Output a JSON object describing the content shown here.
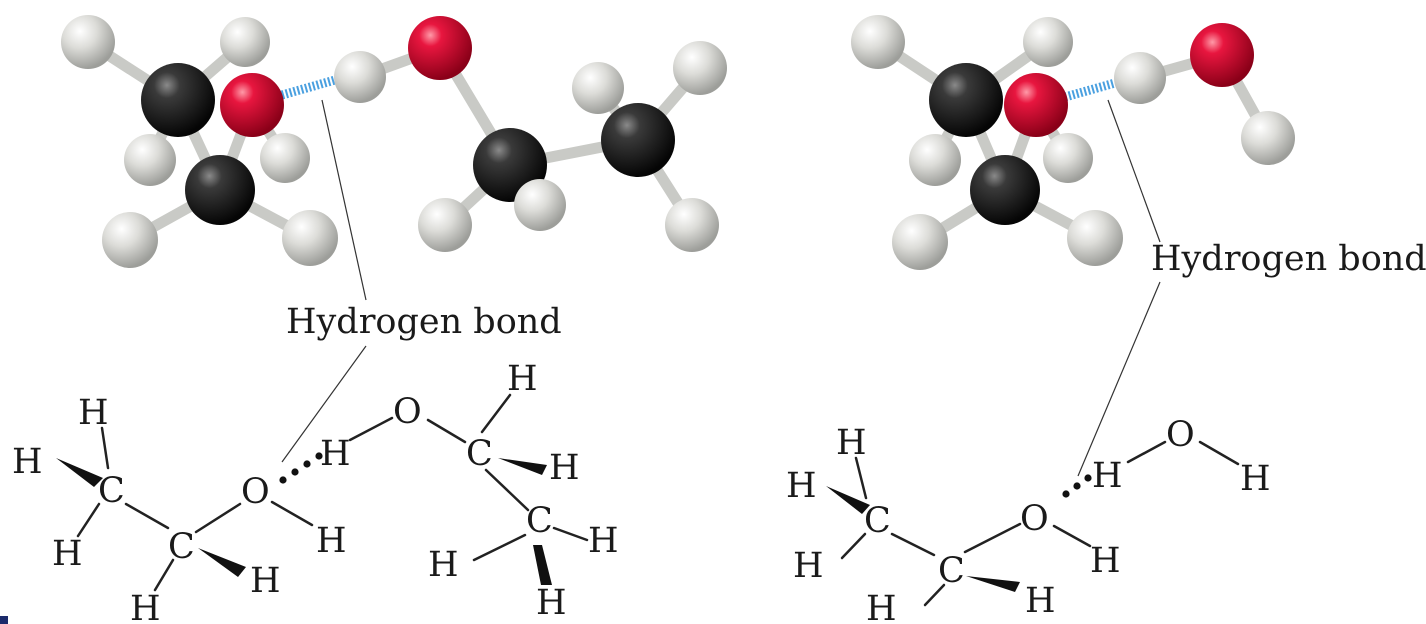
{
  "labels": {
    "hbond_left": "Hydrogen bond",
    "hbond_right": "Hydrogen bond"
  },
  "atoms": {
    "H": "H",
    "C": "C",
    "O": "O"
  },
  "colors": {
    "carbon": "#1c1c1c",
    "oxygen": "#d8123a",
    "hydrogen": "#d9dad6",
    "stick": "#c9cac6",
    "hydrogen_bond": "#4aa0e0"
  }
}
